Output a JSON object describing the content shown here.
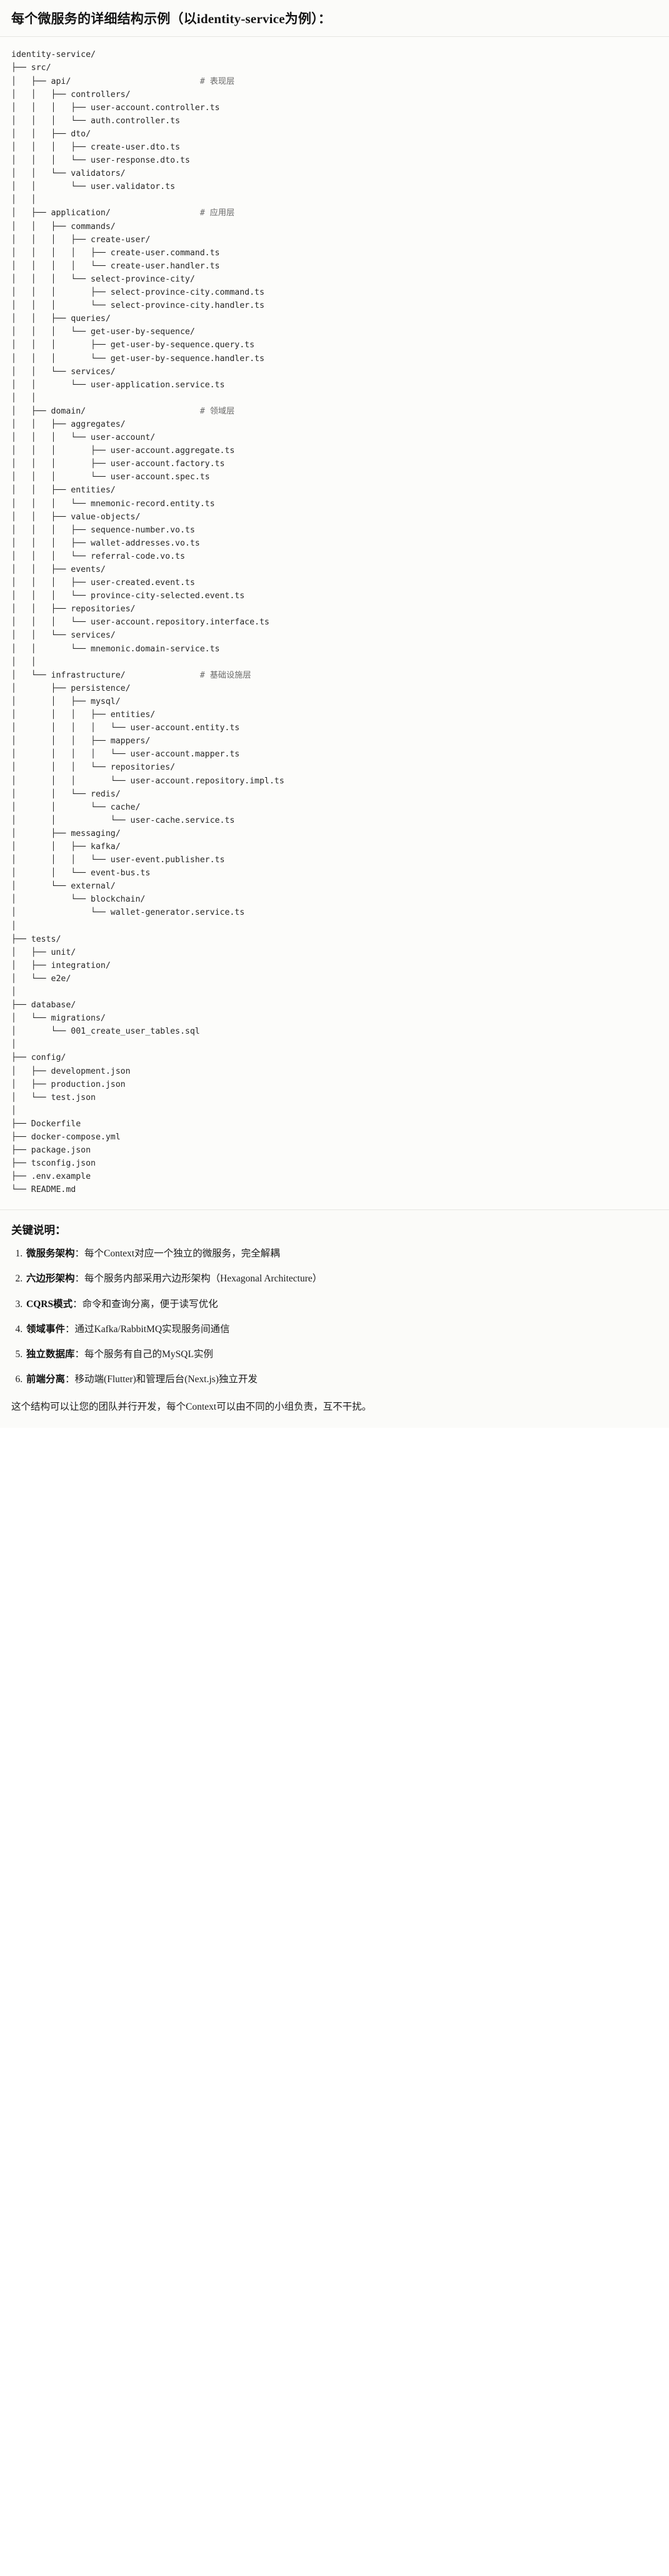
{
  "title": {
    "text": "每个微服务的详细结构示例（以identity-service为例）："
  },
  "tree": {
    "root": "identity-service/",
    "comments": {
      "api": "# 表现层",
      "application": "# 应用层",
      "domain": "# 领域层",
      "infrastructure": "# 基础设施层"
    },
    "text": "identity-service/\n├── src/\n│   ├── api/                          # 表现层\n│   │   ├── controllers/\n│   │   │   ├── user-account.controller.ts\n│   │   │   └── auth.controller.ts\n│   │   ├── dto/\n│   │   │   ├── create-user.dto.ts\n│   │   │   └── user-response.dto.ts\n│   │   └── validators/\n│   │       └── user.validator.ts\n│   │\n│   ├── application/                  # 应用层\n│   │   ├── commands/\n│   │   │   ├── create-user/\n│   │   │   │   ├── create-user.command.ts\n│   │   │   │   └── create-user.handler.ts\n│   │   │   └── select-province-city/\n│   │   │       ├── select-province-city.command.ts\n│   │   │       └── select-province-city.handler.ts\n│   │   ├── queries/\n│   │   │   └── get-user-by-sequence/\n│   │   │       ├── get-user-by-sequence.query.ts\n│   │   │       └── get-user-by-sequence.handler.ts\n│   │   └── services/\n│   │       └── user-application.service.ts\n│   │\n│   ├── domain/                       # 领域层\n│   │   ├── aggregates/\n│   │   │   └── user-account/\n│   │   │       ├── user-account.aggregate.ts\n│   │   │       ├── user-account.factory.ts\n│   │   │       └── user-account.spec.ts\n│   │   ├── entities/\n│   │   │   └── mnemonic-record.entity.ts\n│   │   ├── value-objects/\n│   │   │   ├── sequence-number.vo.ts\n│   │   │   ├── wallet-addresses.vo.ts\n│   │   │   └── referral-code.vo.ts\n│   │   ├── events/\n│   │   │   ├── user-created.event.ts\n│   │   │   └── province-city-selected.event.ts\n│   │   ├── repositories/\n│   │   │   └── user-account.repository.interface.ts\n│   │   └── services/\n│   │       └── mnemonic.domain-service.ts\n│   │\n│   └── infrastructure/               # 基础设施层\n│       ├── persistence/\n│       │   ├── mysql/\n│       │   │   ├── entities/\n│       │   │   │   └── user-account.entity.ts\n│       │   │   ├── mappers/\n│       │   │   │   └── user-account.mapper.ts\n│       │   │   └── repositories/\n│       │   │       └── user-account.repository.impl.ts\n│       │   └── redis/\n│       │       └── cache/\n│       │           └── user-cache.service.ts\n│       ├── messaging/\n│       │   ├── kafka/\n│       │   │   └── user-event.publisher.ts\n│       │   └── event-bus.ts\n│       └── external/\n│           └── blockchain/\n│               └── wallet-generator.service.ts\n│\n├── tests/\n│   ├── unit/\n│   ├── integration/\n│   └── e2e/\n│\n├── database/\n│   └── migrations/\n│       └── 001_create_user_tables.sql\n│\n├── config/\n│   ├── development.json\n│   ├── production.json\n│   └── test.json\n│\n├── Dockerfile\n├── docker-compose.yml\n├── package.json\n├── tsconfig.json\n├── .env.example\n└── README.md"
  },
  "notes": {
    "heading": "关键说明：",
    "items": [
      {
        "term": "微服务架构",
        "separator": "：",
        "desc": "每个Context对应一个独立的微服务，完全解耦"
      },
      {
        "term": "六边形架构",
        "separator": "：",
        "desc": "每个服务内部采用六边形架构（Hexagonal Architecture）"
      },
      {
        "term": "CQRS模式",
        "separator": "：",
        "desc": "命令和查询分离，便于读写优化"
      },
      {
        "term": "领域事件",
        "separator": "：",
        "desc": "通过Kafka/RabbitMQ实现服务间通信"
      },
      {
        "term": "独立数据库",
        "separator": "：",
        "desc": "每个服务有自己的MySQL实例"
      },
      {
        "term": "前端分离",
        "separator": "：",
        "desc": "移动端(Flutter)和管理后台(Next.js)独立开发"
      }
    ],
    "closing": "这个结构可以让您的团队并行开发，每个Context可以由不同的小组负责，互不干扰。"
  }
}
